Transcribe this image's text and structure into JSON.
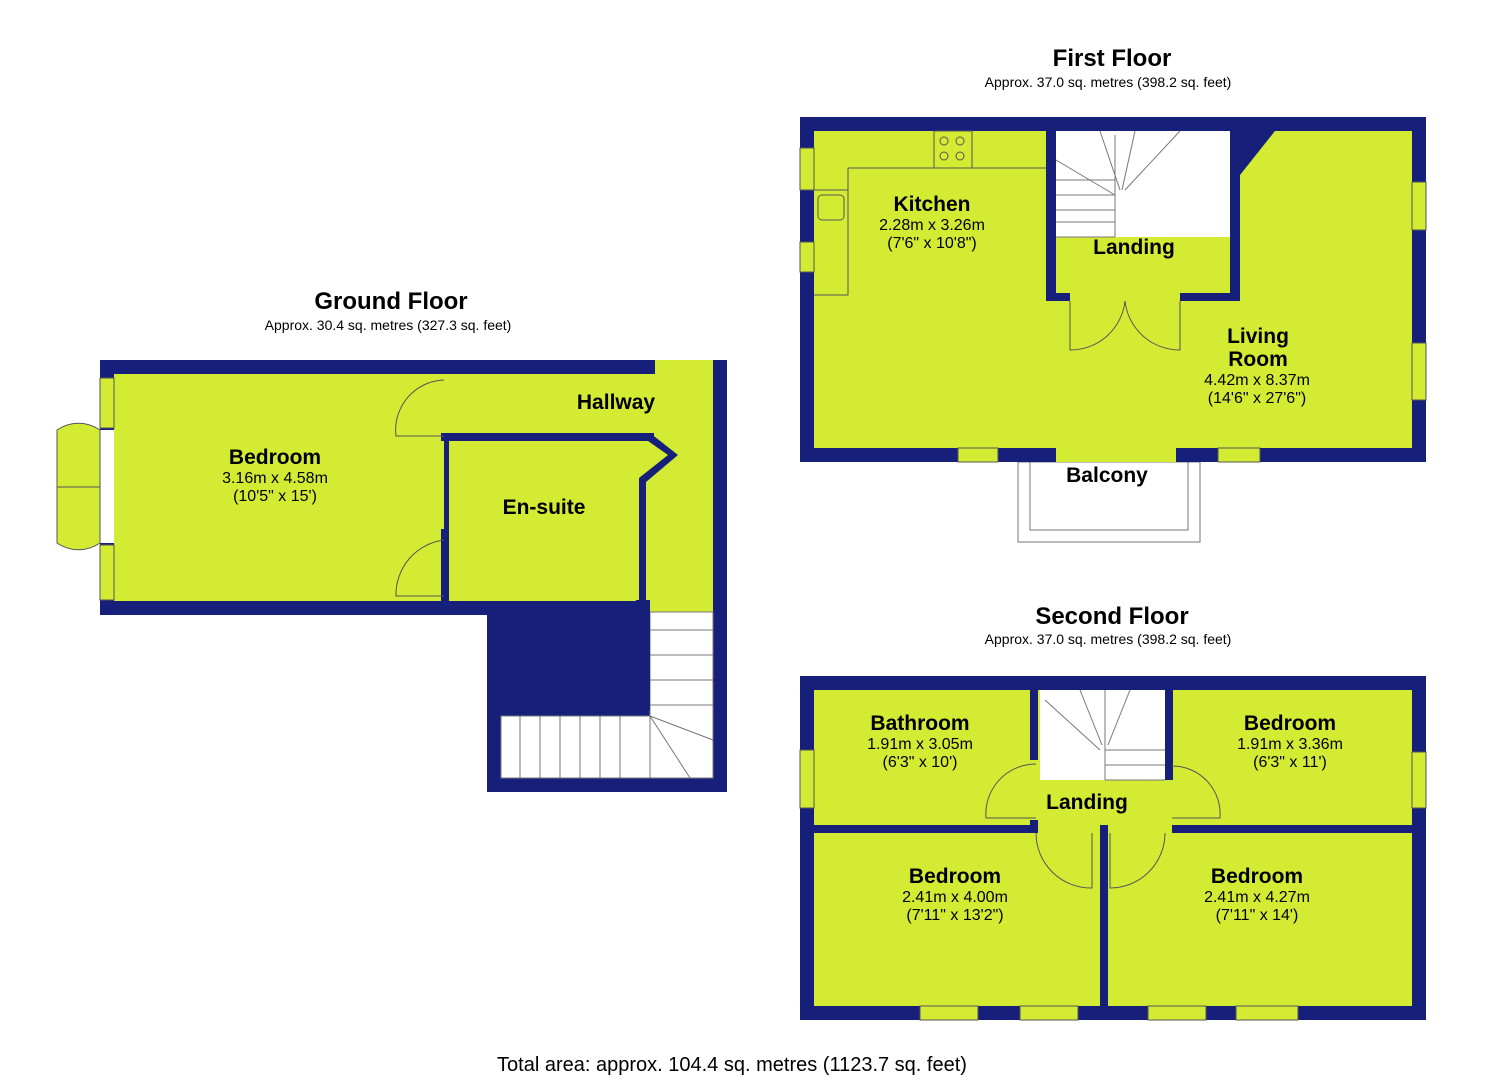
{
  "colors": {
    "wall": "#16207a",
    "floor": "#d4eb34"
  },
  "ground_floor": {
    "title": "Ground Floor",
    "area": "Approx. 30.4 sq. metres (327.3 sq. feet)",
    "rooms": [
      {
        "name": "Bedroom",
        "metric": "3.16m x 4.58m",
        "imperial": "(10'5\" x 15')"
      },
      {
        "name": "Hallway"
      },
      {
        "name": "En-suite"
      }
    ]
  },
  "first_floor": {
    "title": "First Floor",
    "area": "Approx. 37.0 sq. metres (398.2 sq. feet)",
    "rooms": [
      {
        "name": "Kitchen",
        "metric": "2.28m x 3.26m",
        "imperial": "(7'6\" x 10'8\")"
      },
      {
        "name": "Landing"
      },
      {
        "name": "Living",
        "name2": "Room",
        "metric": "4.42m x 8.37m",
        "imperial": "(14'6\" x 27'6\")"
      },
      {
        "name": "Balcony"
      }
    ]
  },
  "second_floor": {
    "title": "Second Floor",
    "area": "Approx. 37.0 sq. metres (398.2 sq. feet)",
    "rooms": [
      {
        "name": "Bathroom",
        "metric": "1.91m x 3.05m",
        "imperial": "(6'3\" x 10')"
      },
      {
        "name": "Bedroom",
        "metric": "1.91m x 3.36m",
        "imperial": "(6'3\" x 11')"
      },
      {
        "name": "Landing"
      },
      {
        "name": "Bedroom",
        "metric": "2.41m x 4.00m",
        "imperial": "(7'11\" x 13'2\")"
      },
      {
        "name": "Bedroom",
        "metric": "2.41m x 4.27m",
        "imperial": "(7'11\" x 14')"
      }
    ]
  },
  "total_area": "Total area: approx. 104.4 sq. metres (1123.7 sq. feet)"
}
